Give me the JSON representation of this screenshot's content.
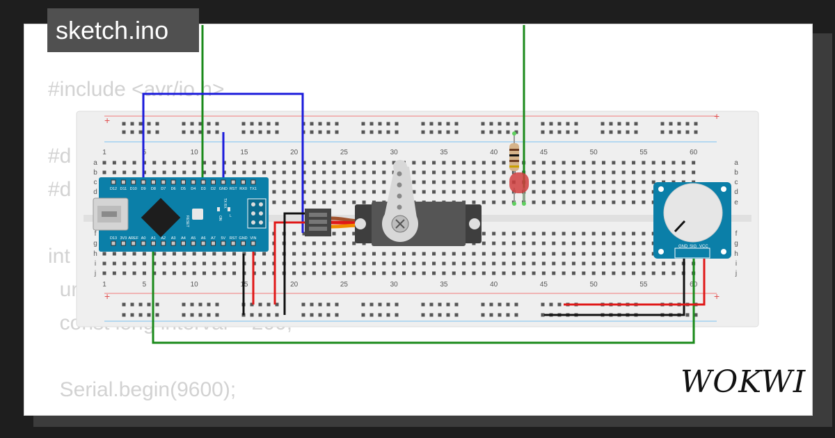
{
  "tab": {
    "filename": "sketch.ino"
  },
  "code_lines": [
    "#include <avr/io.h>",
    "",
    "#d",
    "#d",
    "",
    "int",
    "  ur",
    "  const long interval = 200;",
    "",
    "  Serial.begin(9600);"
  ],
  "brand": {
    "logo_text": "WOKWI"
  },
  "breadboard": {
    "column_numbers": [
      "1",
      "5",
      "10",
      "15",
      "20",
      "25",
      "30",
      "35",
      "40",
      "45",
      "50",
      "55",
      "60"
    ],
    "row_letters_top": [
      "a",
      "b",
      "c",
      "d",
      "e"
    ],
    "row_letters_bottom": [
      "f",
      "g",
      "h",
      "i",
      "j"
    ],
    "plus_label": "+"
  },
  "arduino_nano": {
    "top_pins": [
      "D12",
      "D11",
      "D10",
      "D9",
      "D8",
      "D7",
      "D6",
      "D5",
      "D4",
      "D3",
      "D2",
      "GND",
      "RST",
      "RX0",
      "TX1"
    ],
    "bottom_pins": [
      "D13",
      "3V3",
      "AREF",
      "A0",
      "A1",
      "A2",
      "A3",
      "A4",
      "A5",
      "A6",
      "A7",
      "5V",
      "RST",
      "GND",
      "VIN"
    ],
    "labels": {
      "reset": "RESET",
      "txrx": "TX RX",
      "on": "ON",
      "l": "L"
    }
  },
  "potentiometer": {
    "pins": [
      "GND",
      "SIG",
      "VCC"
    ]
  },
  "colors": {
    "wire_blue": "#1a1adb",
    "wire_green": "#1a8a1a",
    "wire_red": "#e01818",
    "wire_black": "#111111",
    "rail_red": "#f0a0a0",
    "rail_blue": "#a0d0f0",
    "breadboard": "#efefef",
    "nano_pcb": "#0b7fa8",
    "servo_body": "#555555",
    "pot_board": "#0b7fa8"
  },
  "icons": [
    "usb-icon",
    "chip-icon",
    "servo-horn-icon",
    "knob-icon",
    "resistor-icon",
    "led-icon"
  ]
}
